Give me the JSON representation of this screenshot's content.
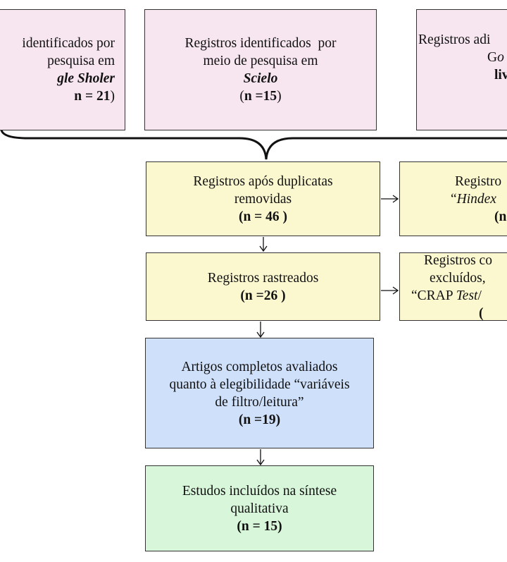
{
  "sources": [
    {
      "line1": "identificados por",
      "line2": "pesquisa em",
      "name": "gle Sholer",
      "count_open": "",
      "count_bold": "n = 21",
      "count_close": ")"
    },
    {
      "line1": "Registros identificados  por",
      "line2": "meio de pesquisa em",
      "name": "Scielo",
      "count_open": "(",
      "count_bold": "n =15",
      "count_close": ")"
    },
    {
      "line1": "Registros adi",
      "line2_pre": "G",
      "line2_ital": "o",
      "line3": "liv"
    }
  ],
  "main_flow": [
    {
      "line1": "Registros após duplicatas",
      "line2": "removidas",
      "count": "(n = 46 )"
    },
    {
      "line1": "Registros rastreados",
      "count": "(n =26 )"
    },
    {
      "line1": "Artigos completos avaliados",
      "line2": "quanto à elegibilidade “variáveis",
      "line3": "de filtro/leitura”",
      "count": "(n =19)"
    },
    {
      "line1": "Estudos incluídos na síntese",
      "line2": "qualitativa",
      "count": "(n = 15)"
    }
  ],
  "excluded": [
    {
      "line1": "Registro",
      "line2_open": "“",
      "line2_ital": "Hindex",
      "line3": "(n"
    },
    {
      "line1": "Registros co",
      "line2": "excluídos,",
      "line3_pre": "“CRAP ",
      "line3_ital": "Test",
      "line3_post": "/",
      "line4": "("
    }
  ]
}
